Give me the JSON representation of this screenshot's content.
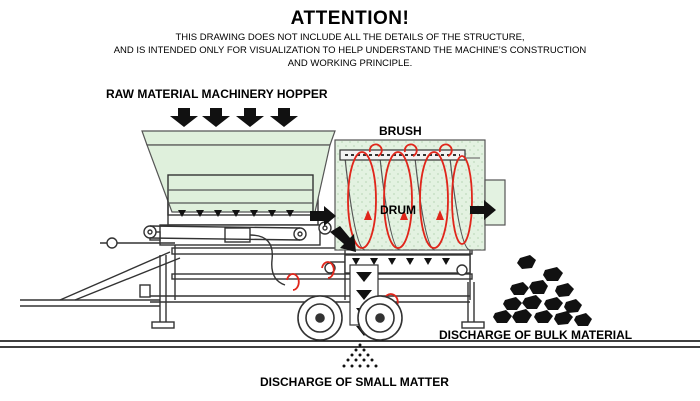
{
  "header": {
    "title": "ATTENTION!",
    "notice_lines": [
      "THIS DRAWING DOES NOT INCLUDE ALL THE DETAILS OF THE STRUCTURE,",
      "AND IS INTENDED ONLY FOR VISUALIZATION TO HELP UNDERSTAND THE MACHINE’S CONSTRUCTION",
      "AND WORKING PRINCIPLE."
    ]
  },
  "labels": {
    "hopper": "RAW MATERIAL MACHINERY HOPPER",
    "brush": "BRUSH",
    "drum": "DRUM",
    "bulk": "DISCHARGE OF BULK MATERIAL",
    "small": "DISCHARGE OF SMALL MATTER"
  },
  "colors": {
    "hopper_fill": "#dff0dc",
    "drum_fill": "#e3f2e1",
    "flow_red": "#e0261b",
    "line": "#333333"
  }
}
